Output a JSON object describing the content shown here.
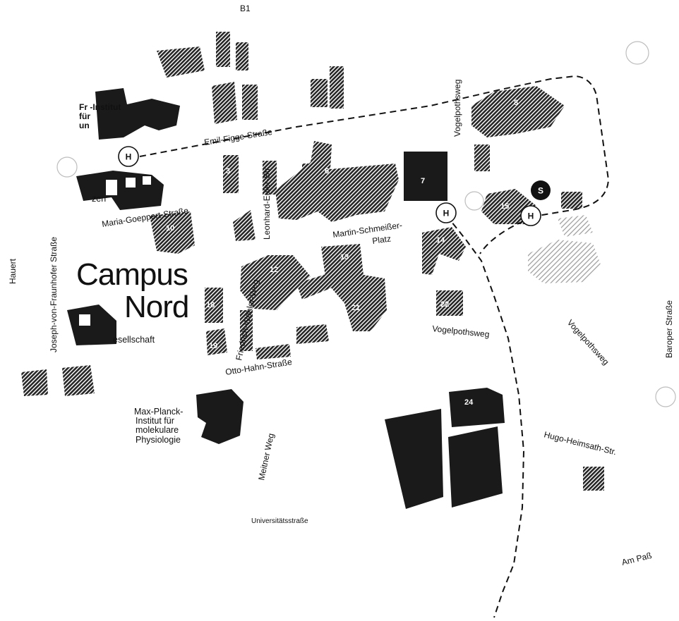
{
  "campus": {
    "line1": "Campus",
    "line2": "Nord"
  },
  "streets": {
    "b1": "B1",
    "hauert": "Hauert",
    "emil_figge": "Emil-Figge-Straße",
    "vogelpothsweg_top": "Vogelpothsweg",
    "leonhard_euler": "Leonhard-Euler-Str",
    "maria_goeppert": "Maria-Goeppert-Straße",
    "martin_line1": "Martin-Schmeißer-",
    "martin_line2": "Platz",
    "joseph_fraunhofer": "Joseph-von-Fraunhofer Straße",
    "friedrich_woehler": "Friedrich-Wöhler-Weg",
    "otto_hahn": "Otto-Hahn-Straße",
    "vogelpothsweg_mid": "Vogelpothsweg",
    "vogelpothsweg_right": "Vogelpothsweg",
    "baroper": "Baroper Straße",
    "meitner": "Meitner Weg",
    "universitaets": "Universitätsstraße",
    "hugo_heimsath": "Hugo-Heimsath-Str.",
    "am_pass": "Am Paß"
  },
  "institutes": {
    "fraunhofer_l1": "Fr       -Institut",
    "fraunhofer_l2": "für",
    "fraunhofer_l3": "un",
    "zentrum_l1": "zen",
    "gesellschaft": "esellschaft",
    "mpi_l1": "Max-Planck-",
    "mpi_l2": "Institut für",
    "mpi_l3": "molekulare",
    "mpi_l4": "Physiologie"
  },
  "buildings": {
    "b3": "3",
    "b6": "6",
    "b7": "7",
    "b8": "8",
    "b10": "10",
    "b12": "12",
    "b13": "13",
    "b14": "14",
    "b15": "15",
    "b18": "18",
    "b19": "19",
    "b21": "21",
    "b22": "22",
    "b24": "24"
  },
  "stops": {
    "h1": "H",
    "h2": "H",
    "h3": "H",
    "s1": "S"
  },
  "colors": {
    "building": "#1a1a1a",
    "hatch": "#2a2a2a",
    "route": "#111111"
  }
}
